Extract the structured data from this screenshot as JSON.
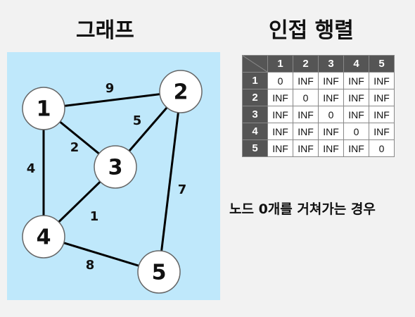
{
  "graph_title": "그래프",
  "matrix_title": "인접 행렬",
  "caption": "노드 0개를 거쳐가는 경우",
  "colors": {
    "panel": "#bfe8fb",
    "header": "#555555",
    "node_fill": "#ffffff",
    "edge": "#000000"
  },
  "graph": {
    "nodes": [
      "1",
      "2",
      "3",
      "4",
      "5"
    ],
    "edges": [
      {
        "from": "1",
        "to": "2",
        "weight": "9"
      },
      {
        "from": "1",
        "to": "3",
        "weight": "2"
      },
      {
        "from": "1",
        "to": "4",
        "weight": "4"
      },
      {
        "from": "2",
        "to": "3",
        "weight": "5"
      },
      {
        "from": "2",
        "to": "5",
        "weight": "7"
      },
      {
        "from": "3",
        "to": "4",
        "weight": "1"
      },
      {
        "from": "4",
        "to": "5",
        "weight": "8"
      }
    ]
  },
  "matrix": {
    "headers": [
      "1",
      "2",
      "3",
      "4",
      "5"
    ],
    "rows": [
      {
        "label": "1",
        "cells": [
          "0",
          "INF",
          "INF",
          "INF",
          "INF"
        ]
      },
      {
        "label": "2",
        "cells": [
          "INF",
          "0",
          "INF",
          "INF",
          "INF"
        ]
      },
      {
        "label": "3",
        "cells": [
          "INF",
          "INF",
          "0",
          "INF",
          "INF"
        ]
      },
      {
        "label": "4",
        "cells": [
          "INF",
          "INF",
          "INF",
          "0",
          "INF"
        ]
      },
      {
        "label": "5",
        "cells": [
          "INF",
          "INF",
          "INF",
          "INF",
          "0"
        ]
      }
    ]
  }
}
